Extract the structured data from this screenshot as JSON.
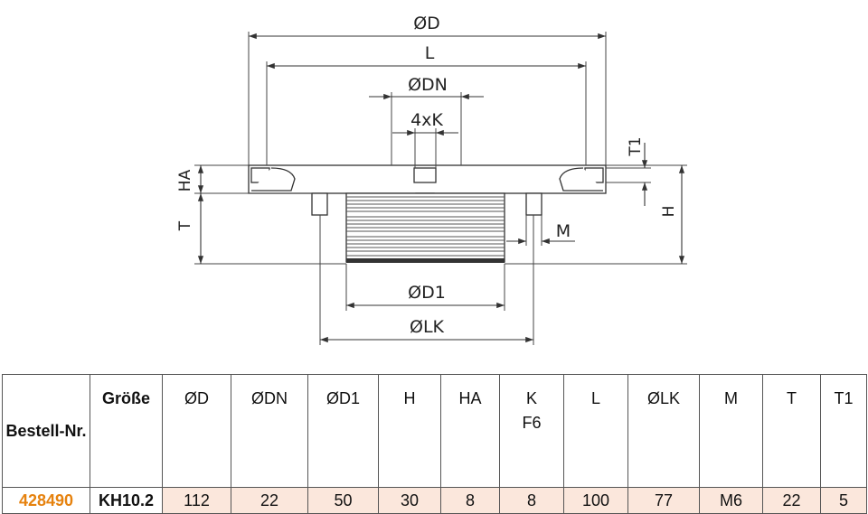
{
  "drawing": {
    "labels": {
      "d": "ØD",
      "l": "L",
      "dn": "ØDN",
      "k": "4xK",
      "t1": "T1",
      "ha": "HA",
      "t": "T",
      "h": "H",
      "m": "M",
      "d1": "ØD1",
      "lk": "ØLK"
    }
  },
  "table": {
    "headers": {
      "order": "Bestell-Nr.",
      "size": "Größe",
      "d": "ØD",
      "dn": "ØDN",
      "d1": "ØD1",
      "h": "H",
      "ha": "HA",
      "k": "K",
      "k_tol": "F6",
      "l": "L",
      "lk": "ØLK",
      "m": "M",
      "t": "T",
      "t1": "T1"
    },
    "row": {
      "order": "428490",
      "size": "KH10.2",
      "d": "112",
      "dn": "22",
      "d1": "50",
      "h": "30",
      "ha": "8",
      "k": "8",
      "l": "100",
      "lk": "77",
      "m": "M6",
      "t": "22",
      "t1": "5"
    }
  }
}
